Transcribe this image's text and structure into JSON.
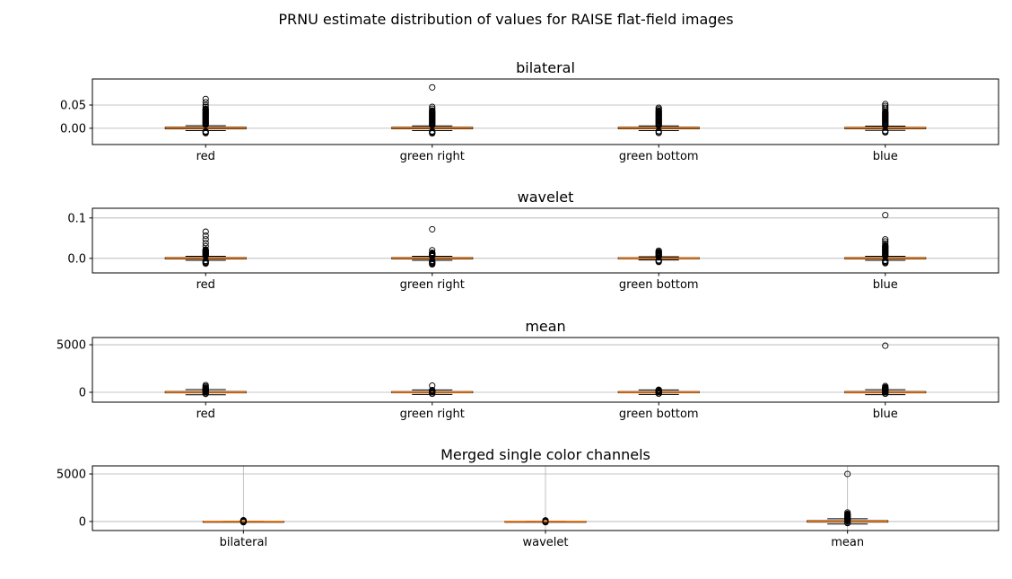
{
  "figure": {
    "title": "PRNU estimate distribution of values for RAISE flat-field images",
    "background": "#ffffff",
    "colors": {
      "median": "#ff7f0e",
      "box_edge": "#000000",
      "grid": "#b0b0b0",
      "text": "#000000"
    }
  },
  "chart_data": [
    {
      "type": "boxplot",
      "title": "bilateral",
      "categories": [
        "red",
        "green right",
        "green bottom",
        "blue"
      ],
      "ylim": [
        -0.035,
        0.106
      ],
      "yticks": [
        0,
        0.05
      ],
      "ytick_labels": [
        "0.00",
        "0.05"
      ],
      "grid_y": true,
      "grid_x": false,
      "legend": "none",
      "boxes": [
        {
          "label": "red",
          "whislo": -0.005,
          "q1": -0.0013,
          "med": 0.0006,
          "q3": 0.0023,
          "whishi": 0.0055,
          "clusters": [
            {
              "min": 0.007,
              "max": 0.042,
              "n": 26
            },
            {
              "min": -0.0105,
              "max": -0.0065,
              "n": 4
            }
          ],
          "fliers": [
            0.046,
            0.05,
            0.056,
            0.063
          ]
        },
        {
          "label": "green right",
          "whislo": -0.005,
          "q1": -0.0012,
          "med": 0.0006,
          "q3": 0.0022,
          "whishi": 0.005,
          "clusters": [
            {
              "min": 0.006,
              "max": 0.038,
              "n": 24
            },
            {
              "min": -0.011,
              "max": -0.0065,
              "n": 4
            }
          ],
          "fliers": [
            0.042,
            0.046,
            0.088
          ]
        },
        {
          "label": "green bottom",
          "whislo": -0.005,
          "q1": -0.0012,
          "med": 0.0006,
          "q3": 0.0022,
          "whishi": 0.005,
          "clusters": [
            {
              "min": 0.0055,
              "max": 0.038,
              "n": 24
            },
            {
              "min": -0.01,
              "max": -0.006,
              "n": 3
            }
          ],
          "fliers": [
            0.041,
            0.044
          ]
        },
        {
          "label": "blue",
          "whislo": -0.0045,
          "q1": -0.0012,
          "med": 0.0006,
          "q3": 0.002,
          "whishi": 0.0045,
          "clusters": [
            {
              "min": 0.005,
              "max": 0.036,
              "n": 22
            },
            {
              "min": -0.009,
              "max": -0.0055,
              "n": 3
            }
          ],
          "fliers": [
            0.04,
            0.044,
            0.048,
            0.052
          ]
        }
      ]
    },
    {
      "type": "boxplot",
      "title": "wavelet",
      "categories": [
        "red",
        "green right",
        "green bottom",
        "blue"
      ],
      "ylim": [
        -0.036,
        0.124
      ],
      "yticks": [
        0,
        0.1
      ],
      "ytick_labels": [
        "0.0",
        "0.1"
      ],
      "grid_y": true,
      "grid_x": false,
      "legend": "none",
      "boxes": [
        {
          "label": "red",
          "whislo": -0.005,
          "q1": -0.0015,
          "med": 0.0005,
          "q3": 0.002,
          "whishi": 0.005,
          "clusters": [
            {
              "min": 0.006,
              "max": 0.022,
              "n": 14
            },
            {
              "min": -0.013,
              "max": -0.006,
              "n": 5
            }
          ],
          "fliers": [
            0.03,
            0.038,
            0.047,
            0.056,
            0.066
          ]
        },
        {
          "label": "green right",
          "whislo": -0.005,
          "q1": -0.0015,
          "med": 0.0005,
          "q3": 0.002,
          "whishi": 0.005,
          "clusters": [
            {
              "min": 0.005,
              "max": 0.014,
              "n": 8
            },
            {
              "min": -0.015,
              "max": -0.006,
              "n": 6
            }
          ],
          "fliers": [
            0.02,
            0.072
          ]
        },
        {
          "label": "green bottom",
          "whislo": -0.004,
          "q1": -0.0012,
          "med": 0.0005,
          "q3": 0.0018,
          "whishi": 0.004,
          "clusters": [
            {
              "min": 0.0045,
              "max": 0.016,
              "n": 10
            },
            {
              "min": -0.009,
              "max": -0.0045,
              "n": 4
            }
          ],
          "fliers": [
            0.019
          ]
        },
        {
          "label": "blue",
          "whislo": -0.005,
          "q1": -0.0014,
          "med": 0.0005,
          "q3": 0.002,
          "whishi": 0.005,
          "clusters": [
            {
              "min": 0.006,
              "max": 0.032,
              "n": 18
            },
            {
              "min": -0.012,
              "max": -0.0055,
              "n": 5
            }
          ],
          "fliers": [
            0.037,
            0.042,
            0.047,
            0.107
          ]
        }
      ]
    },
    {
      "type": "boxplot",
      "title": "mean",
      "categories": [
        "red",
        "green right",
        "green bottom",
        "blue"
      ],
      "ylim": [
        -1040,
        5760
      ],
      "yticks": [
        0,
        5000
      ],
      "ytick_labels": [
        "0",
        "5000"
      ],
      "grid_y": true,
      "grid_x": false,
      "legend": "none",
      "boxes": [
        {
          "label": "red",
          "whislo": -260,
          "q1": -60,
          "med": 8,
          "q3": 75,
          "whishi": 280,
          "clusters": [
            {
              "min": 60,
              "max": 420,
              "n": 16
            },
            {
              "min": -170,
              "max": -95,
              "n": 3
            }
          ],
          "fliers": [
            500,
            620,
            750
          ]
        },
        {
          "label": "green right",
          "whislo": -230,
          "q1": -55,
          "med": 8,
          "q3": 70,
          "whishi": 250,
          "clusters": [
            {
              "min": 55,
              "max": 230,
              "n": 10
            },
            {
              "min": -150,
              "max": -90,
              "n": 2
            }
          ],
          "fliers": [
            700
          ]
        },
        {
          "label": "green bottom",
          "whislo": -230,
          "q1": -55,
          "med": 8,
          "q3": 70,
          "whishi": 250,
          "clusters": [
            {
              "min": 45,
              "max": 260,
              "n": 12
            },
            {
              "min": -140,
              "max": -85,
              "n": 3
            }
          ],
          "fliers": []
        },
        {
          "label": "blue",
          "whislo": -250,
          "q1": -60,
          "med": 8,
          "q3": 75,
          "whishi": 270,
          "clusters": [
            {
              "min": 55,
              "max": 520,
              "n": 18
            },
            {
              "min": -150,
              "max": -90,
              "n": 3
            }
          ],
          "fliers": [
            650,
            4900
          ]
        }
      ]
    },
    {
      "type": "boxplot",
      "title": "Merged single color channels",
      "categories": [
        "bilateral",
        "wavelet",
        "mean"
      ],
      "ylim": [
        -950,
        5850
      ],
      "yticks": [
        0,
        5000
      ],
      "ytick_labels": [
        "0",
        "5000"
      ],
      "grid_y": true,
      "grid_x": true,
      "legend": "none",
      "boxes": [
        {
          "label": "bilateral",
          "whislo": -35,
          "q1": -10,
          "med": 3,
          "q3": 14,
          "whishi": 40,
          "clusters": [
            {
              "min": 45,
              "max": 130,
              "n": 6
            },
            {
              "min": -70,
              "max": -40,
              "n": 3
            }
          ],
          "fliers": []
        },
        {
          "label": "wavelet",
          "whislo": -35,
          "q1": -10,
          "med": 3,
          "q3": 14,
          "whishi": 40,
          "clusters": [
            {
              "min": 45,
              "max": 115,
              "n": 5
            },
            {
              "min": -75,
              "max": -40,
              "n": 3
            }
          ],
          "fliers": []
        },
        {
          "label": "mean",
          "whislo": -260,
          "q1": -65,
          "med": 10,
          "q3": 85,
          "whishi": 290,
          "clusters": [
            {
              "min": 85,
              "max": 800,
              "n": 18
            },
            {
              "min": -170,
              "max": -95,
              "n": 3
            }
          ],
          "fliers": [
            950,
            5000
          ]
        }
      ]
    }
  ]
}
